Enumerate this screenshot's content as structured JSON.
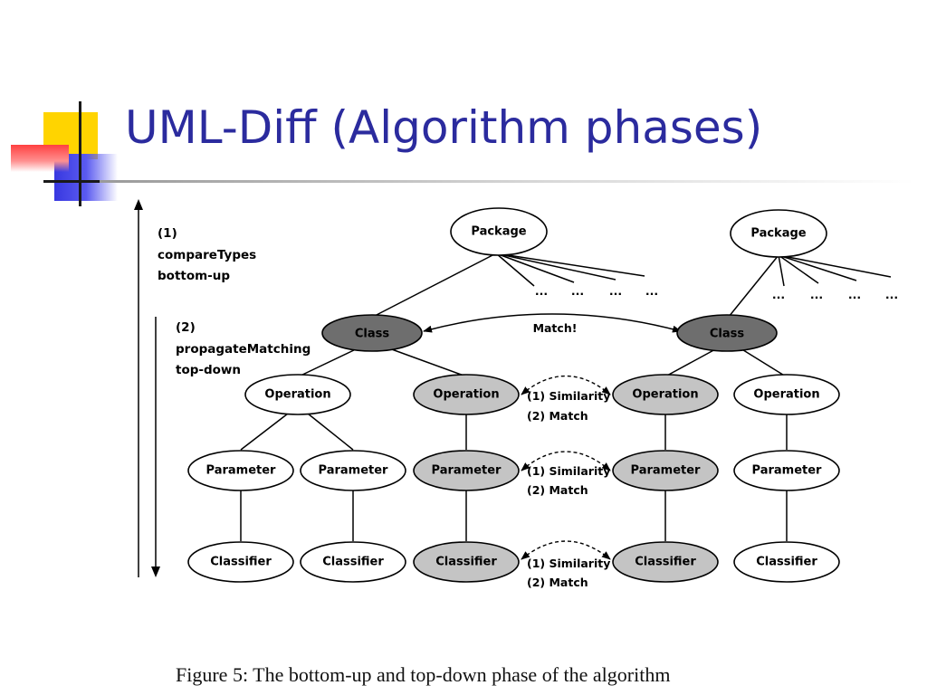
{
  "title": "UML-Diff (Algorithm phases)",
  "caption": "Figure 5: The bottom-up and top-down phase of the algorithm",
  "phases": {
    "phase1": [
      "(1)",
      "compareTypes",
      "bottom-up"
    ],
    "phase2": [
      "(2)",
      "propagateMatching",
      "top-down"
    ]
  },
  "nodes": {
    "package_left": "Package",
    "package_right": "Package",
    "class_left": "Class",
    "class_right": "Class",
    "op_1": "Operation",
    "op_2": "Operation",
    "op_3": "Operation",
    "op_4": "Operation",
    "param_1": "Parameter",
    "param_2": "Parameter",
    "param_3": "Parameter",
    "param_4": "Parameter",
    "param_5": "Parameter",
    "cls_1": "Classifier",
    "cls_2": "Classifier",
    "cls_3": "Classifier",
    "cls_4": "Classifier",
    "cls_5": "Classifier"
  },
  "ellipsis": "...",
  "match_label": "Match!",
  "similarity": {
    "line1": "(1) Similarity",
    "line2": "(2) Match"
  },
  "colors": {
    "title": "#2b2b9e",
    "class_fill": "#6e6e6e",
    "matched_fill": "#c4c4c4",
    "plain_fill": "#ffffff"
  }
}
